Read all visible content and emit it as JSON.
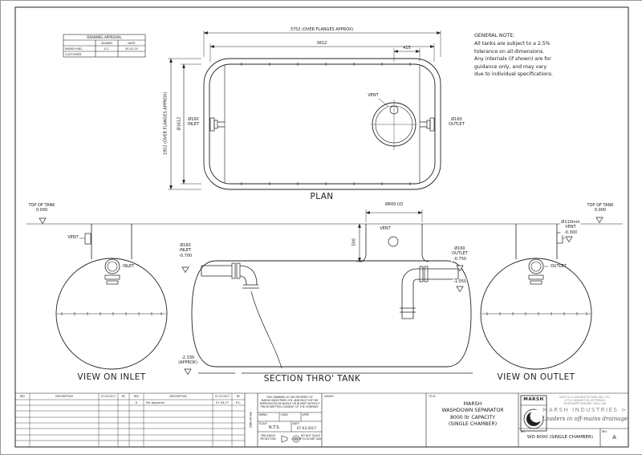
{
  "doc": {
    "approval": {
      "title": "DRAWING APPROVAL",
      "signed": "SIGNED",
      "date": "DATE",
      "row1_name": "MARSH IND.",
      "row1_signed": "S.C.",
      "row1_date": "30.01.25",
      "row2_name": "CUSTOMER"
    },
    "note": {
      "title": "GENERAL NOTE:",
      "body": "All tanks are subject to a 2.5%\ntolerance on all dimensions.\nAny internals (if shown) are for\nguidance only, and may vary\ndue to individual specifications."
    },
    "plan": {
      "caption": "PLAN",
      "dim_len_flanges": "3752 (OVER FLANGES APPROX)",
      "dim_len": "3612",
      "dim_vent": "415",
      "dim_dia_flanges": "1952 (OVER FLANGES APPROX)",
      "dim_dia": "Ø1612",
      "inlet": "Ø160\nINLET",
      "outlet": "Ø160\nOUTLET",
      "vent": "VENT"
    },
    "inlet_view": {
      "caption": "VIEW ON INLET",
      "datum": "TOP OF TANK\n0.000",
      "vent": "VENT",
      "inlet": "INLET"
    },
    "section": {
      "caption": "SECTION THRO' TANK",
      "manway": "Ø600 I/D",
      "neck": "500",
      "vent": "VENT",
      "inlet": "Ø160\nINLET\n-0.700",
      "outlet": "Ø160\nOUTLET\n-0.750",
      "invert": "-1.050",
      "bottom": "-2.330\n(APPROX)"
    },
    "outlet_view": {
      "caption": "VIEW ON OUTLET",
      "datum": "TOP OF TANK\n0.000",
      "vent": "Ø110mm\nVENT\n-0.300",
      "outlet": "OUTLET"
    },
    "tb": {
      "rev": "REV",
      "desc": "DESCRIPTION",
      "date": "07.03.2017",
      "by": "BY",
      "entry_rev": "A",
      "entry_desc": "For Approval",
      "entry_date": "07.03.17",
      "entry_by": "P.L.",
      "dims_note": "DIMS IN mm",
      "copyright": "THIS DRAWING IS THE PROPERTY OF\nMARSH INDUSTRIES LTD. AND MUST NOT BE\nREPRODUCED IN WHOLE OR IN PART WITHOUT\nPRIOR WRITTEN CONSENT OF THE COMPANY.",
      "drwn": "DRWN",
      "chkd": "CHKD",
      "appd": "APPD",
      "scale_label": "SCALE",
      "scale": "N.T.S.",
      "date_label": "DATE",
      "proj": "3RD ANGLE\nPROJECTION",
      "dns": "DO NOT SCALE\nIF IN DOUBT ASK",
      "issued": "ISSUED",
      "title_label": "TITLE",
      "title": "MARSH\nWASHDOWN SEPARATOR\n8000 ltr CAPACITY\n(SINGLE CHAMBER)",
      "logo": "MARSH",
      "address": "UNITS 8-13 ADDINGTON PARK IND. EST.,\nLITTLE ADDINGTON, KETTERING,\nNORTHAMPTONSHIRE, NN14 4AS",
      "company": "MARSH INDUSTRIES >",
      "tagline": "Leaders in off-mains drainage",
      "no_label": "NO.",
      "number": "WD 8000 (SINGLE CHAMBER)",
      "rev_label": "REV",
      "rev_value": "A"
    }
  }
}
